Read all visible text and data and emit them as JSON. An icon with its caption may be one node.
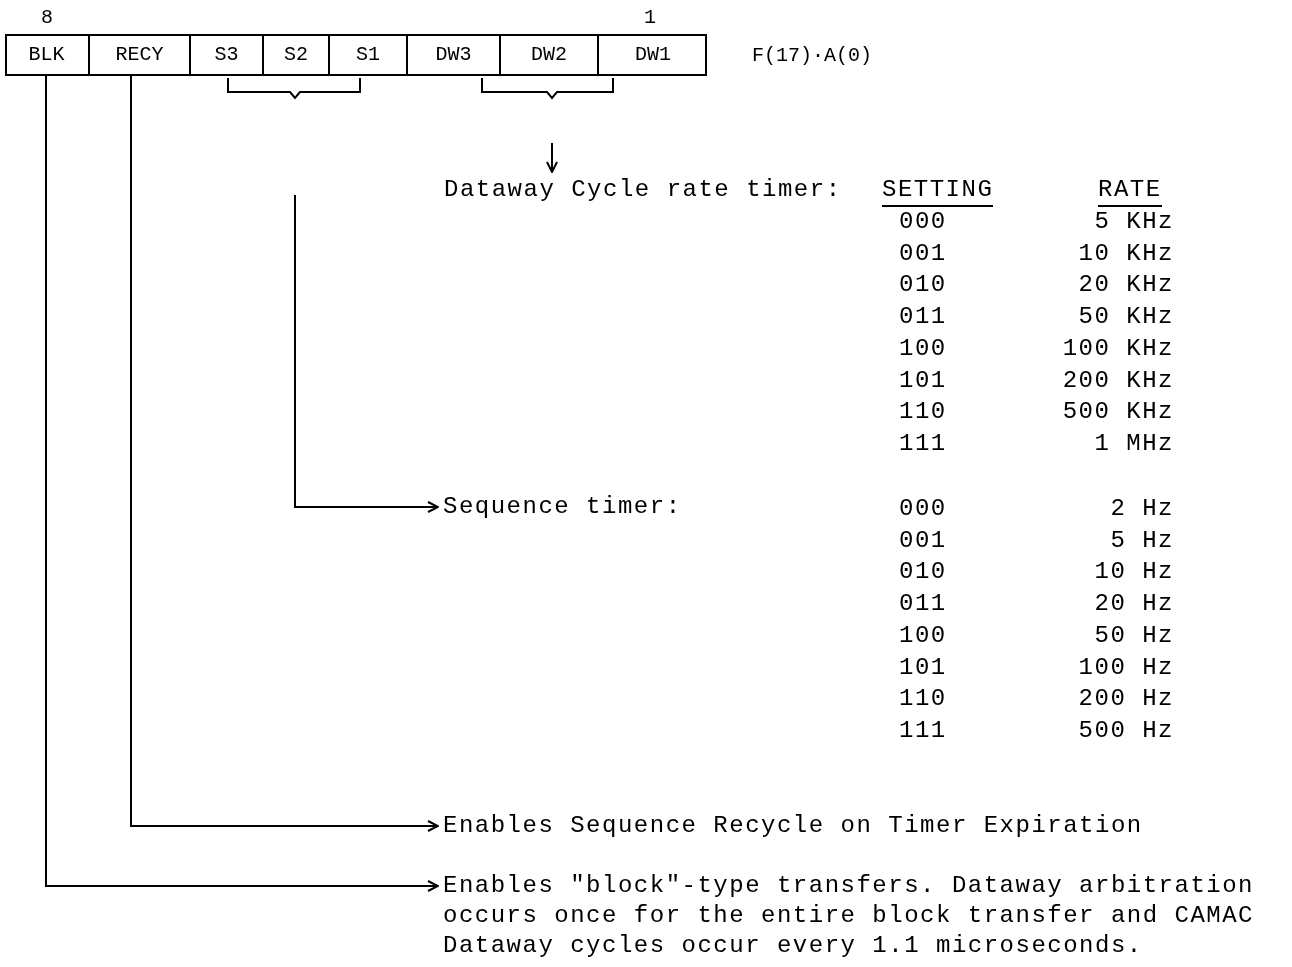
{
  "diagram": {
    "nodes": [
      {
        "text": [
          "BLK"
        ],
        "beside": [
          "8"
        ]
      },
      {
        "text": [
          "RECY"
        ]
      },
      {
        "text": [
          "S3"
        ]
      },
      {
        "text": [
          "S2"
        ]
      },
      {
        "text": [
          "S1"
        ]
      },
      {
        "text": [
          "DW3"
        ]
      },
      {
        "text": [
          "DW2"
        ]
      },
      {
        "text": [
          "DW1"
        ],
        "beside": [
          "1"
        ]
      },
      {
        "text": [
          "Dataway Cycle rate timer:"
        ]
      },
      {
        "text": [
          "Sequence timer:"
        ]
      },
      {
        "text": [
          "Enables Sequence Recycle on Timer Expiration"
        ]
      },
      {
        "text": [
          "Enables \"block\"-type transfers. Dataway arbitration occurs once for the entire block transfer and CAMAC Dataway cycles occur every 1.1 microseconds."
        ]
      }
    ],
    "edges": [
      {
        "from": null,
        "to": 8,
        "arrow": "to"
      },
      {
        "from": null,
        "to": 9,
        "arrow": "to"
      },
      {
        "from": 1,
        "to": 10,
        "arrow": "to"
      },
      {
        "from": 0,
        "to": 11,
        "arrow": "to"
      }
    ],
    "labels": [
      "F(17)·A(0)",
      "SETTING",
      "RATE",
      "000",
      "5 KHz",
      "001",
      "10 KHz",
      "010",
      "20 KHz",
      "011",
      "50 KHz",
      "100",
      "100 KHz",
      "101",
      "200 KHz",
      "110",
      "500 KHz",
      "111",
      "1 MHz",
      "000",
      "2 Hz",
      "001",
      "5 Hz",
      "010",
      "10 Hz",
      "011",
      "20 Hz",
      "100",
      "50 Hz",
      "101",
      "100 Hz",
      "110",
      "200 Hz",
      "111",
      "500 Hz"
    ]
  }
}
